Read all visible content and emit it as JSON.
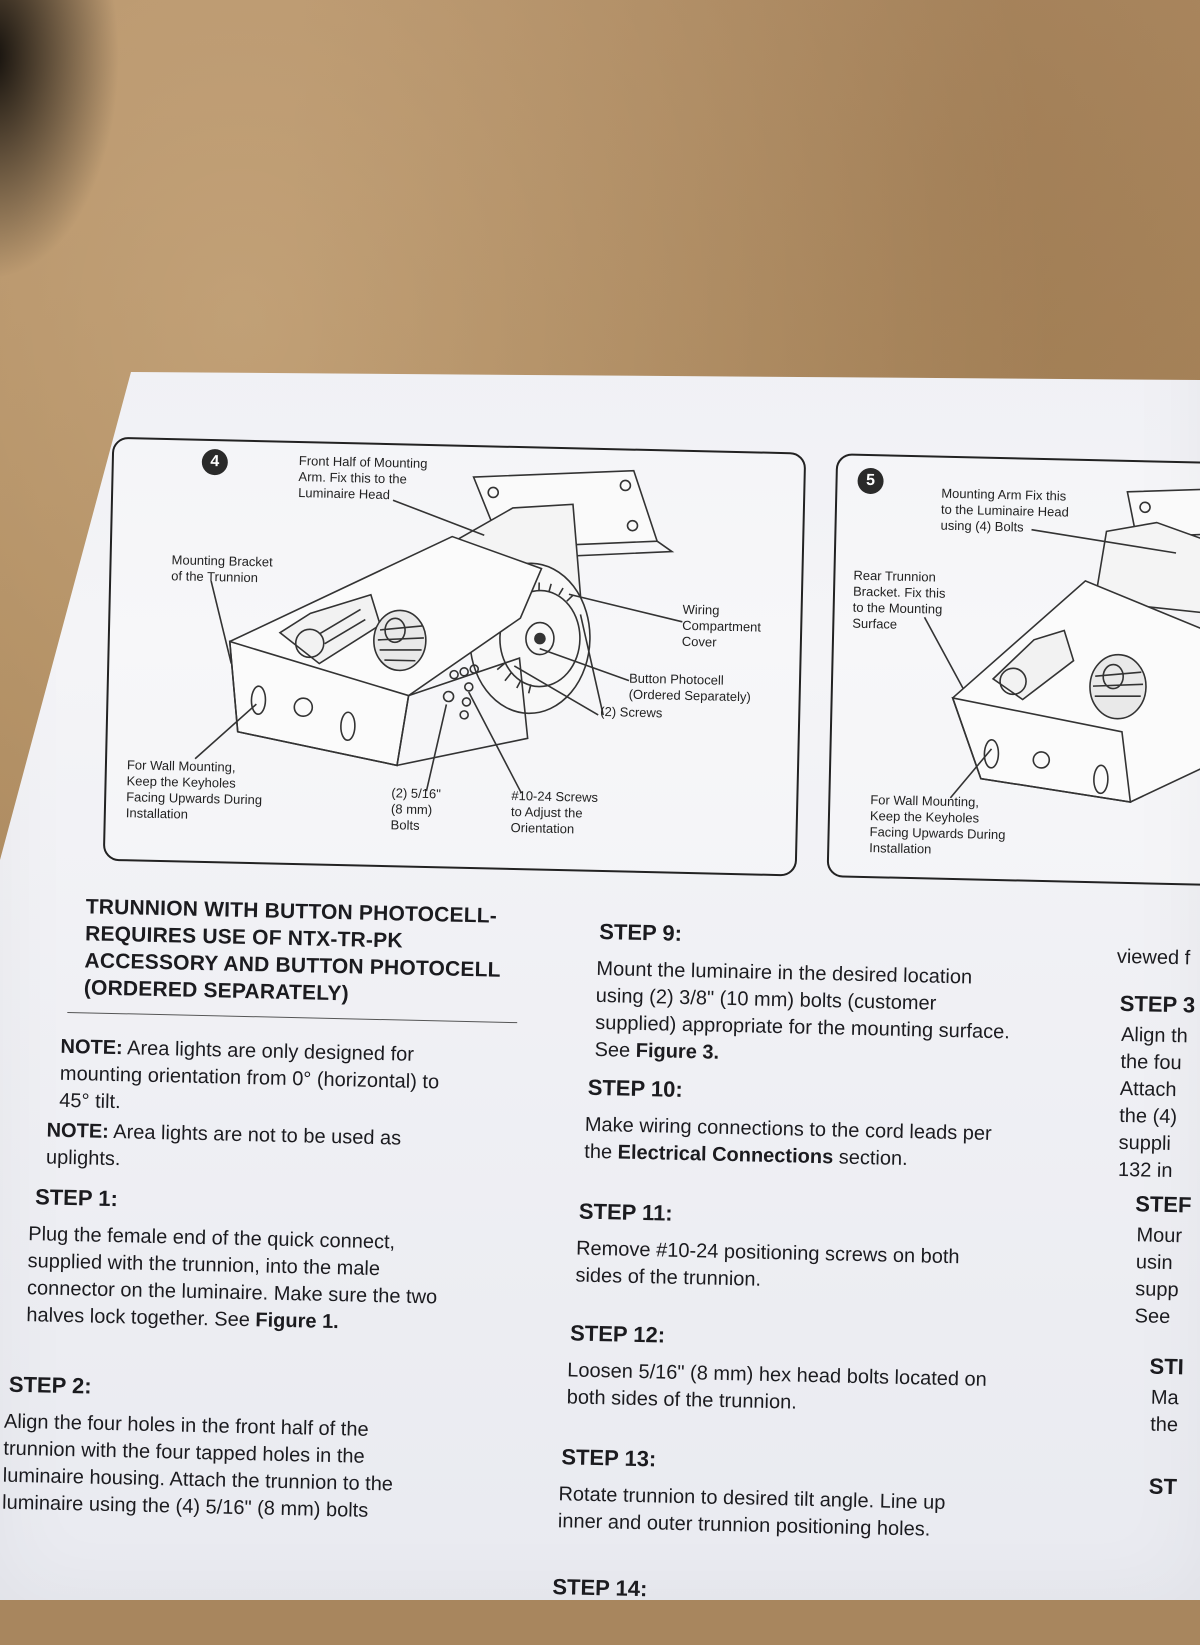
{
  "figure4": {
    "number": "4",
    "callouts": {
      "front_half": "Front Half of Mounting\nArm. Fix this to the\nLuminaire Head",
      "mounting_bracket": "Mounting Bracket\nof the Trunnion",
      "wiring_cover": "Wiring\nCompartment\nCover",
      "button_photocell": "Button Photocell\n(Ordered Separately)",
      "screws": "(2) Screws",
      "wall_mounting": "For Wall Mounting,\nKeep the Keyholes\nFacing Upwards During\nInstallation",
      "bolts": "(2) 5/16\"\n(8 mm)\nBolts",
      "orientation_screws": "#10-24 Screws\nto Adjust the\nOrientation"
    }
  },
  "figure5": {
    "number": "5",
    "callouts": {
      "mounting_arm": "Mounting Arm Fix this\nto the Luminaire Head\nusing (4) Bolts",
      "rear_bracket": "Rear Trunnion\nBracket. Fix this\nto the Mounting\nSurface",
      "wall_mounting": "For Wall Mounting,\nKeep the Keyholes\nFacing Upwards During\nInstallation"
    }
  },
  "left_column": {
    "heading": "TRUNNION WITH BUTTON PHOTOCELL-\nREQUIRES USE OF NTX-TR-PK\nACCESSORY AND BUTTON PHOTOCELL\n(ORDERED SEPARATELY)",
    "note1_label": "NOTE:",
    "note1_text": " Area lights are only designed for\nmounting orientation from 0° (horizontal) to\n45° tilt.",
    "note2_label": "NOTE:",
    "note2_text": " Area lights are not to be used as\nuplights.",
    "step1_title": "STEP 1:",
    "step1_text": "Plug the female end of the quick connect,\nsupplied with the trunnion, into the male\nconnector on the luminaire. Make sure the two\nhalves lock together. See ",
    "step1_ref": "Figure 1.",
    "step2_title": "STEP 2:",
    "step2_text": "Align the four holes in the front half of the\ntrunnion with the four tapped holes in the\nluminaire housing. Attach the trunnion to the\nluminaire using the (4) 5/16\" (8 mm) bolts"
  },
  "middle_column": {
    "step9_title": "STEP 9:",
    "step9_text": "Mount the luminaire in the desired location\nusing (2) 3/8\" (10 mm) bolts (customer\nsupplied) appropriate for the mounting surface.\nSee ",
    "step9_ref": "Figure 3.",
    "step10_title": "STEP 10:",
    "step10_text_a": "Make wiring connections to the cord leads per\nthe ",
    "step10_ref": "Electrical Connections",
    "step10_text_b": " section.",
    "step11_title": "STEP 11:",
    "step11_text": "Remove #10-24 positioning screws on both\nsides of the trunnion.",
    "step12_title": "STEP 12:",
    "step12_text": "Loosen 5/16\" (8 mm) hex head bolts located on\nboth sides of the trunnion.",
    "step13_title": "STEP 13:",
    "step13_text": "Rotate trunnion to desired tilt angle. Line up\ninner and outer trunnion positioning holes.",
    "step14_title": "STEP 14:"
  },
  "right_column": {
    "line1": "viewed f",
    "step3_title": "STEP 3",
    "step3_lines": "Align th\nthe fou\nAttach\nthe (4)\nsuppli\n132 in",
    "step_next_title": "STEF",
    "step_next_lines": "Mour\nusin\nsupp\nSee",
    "step_last_title": "STI",
    "step_last_lines": "Ma\nthe",
    "step_final_title": "ST"
  }
}
